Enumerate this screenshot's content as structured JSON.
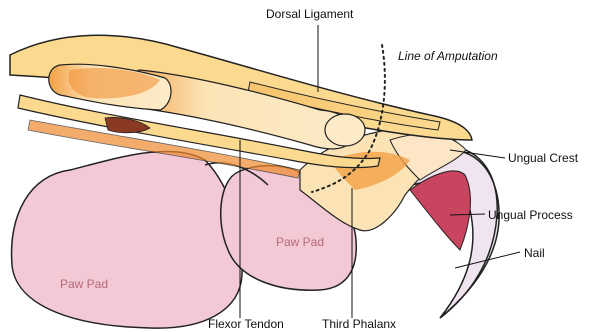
{
  "labels": {
    "dorsal_ligament": "Dorsal Ligament",
    "line_of_amputation": "Line of Amputation",
    "ungual_crest": "Ungual Crest",
    "ungual_process": "Ungual Process",
    "nail": "Nail",
    "paw_pad_small": "Paw Pad",
    "paw_pad_large": "Paw Pad",
    "flexor_tendon": "Flexor Tendon",
    "third_phalanx": "Third Phalanx"
  },
  "colors": {
    "pad_pink": "#f2c9d4",
    "bone": "#fbe3b5",
    "ligament": "#f6b65a",
    "tendon_orange": "#f08a2e",
    "dark_tissue": "#8a3a23",
    "ungual_process": "#c8445f",
    "nail": "#efe4f0",
    "outline": "#222222"
  }
}
